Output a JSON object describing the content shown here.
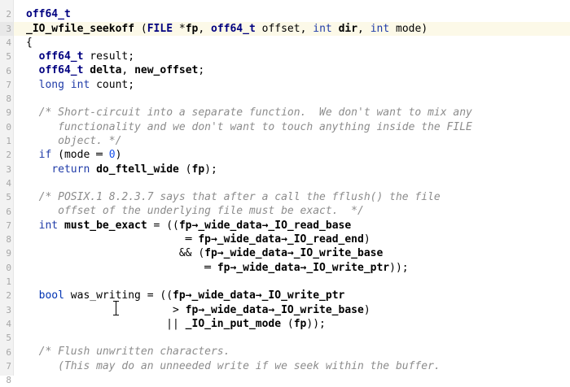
{
  "editor": {
    "gutter_numbers": [
      "2",
      "3",
      "4",
      "5",
      "6",
      "7",
      "8",
      "9",
      "0",
      "1",
      "2",
      "3",
      "4",
      "5",
      "6",
      "7",
      "8",
      "9",
      "0",
      "1",
      "2",
      "3",
      "4",
      "5",
      "6",
      "7",
      "8"
    ],
    "lines": [
      [
        {
          "c": "ty",
          "t": "off64_t"
        }
      ],
      [
        {
          "c": "fn",
          "t": "_IO_wfile_seekoff"
        },
        {
          "c": "op",
          "t": " ("
        },
        {
          "c": "ty",
          "t": "FILE"
        },
        {
          "c": "op",
          "t": " *"
        },
        {
          "c": "id",
          "t": "fp"
        },
        {
          "c": "op",
          "t": ", "
        },
        {
          "c": "ty",
          "t": "off64_t"
        },
        {
          "c": "op",
          "t": " offset, "
        },
        {
          "c": "kw",
          "t": "int"
        },
        {
          "c": "op",
          "t": " "
        },
        {
          "c": "id",
          "t": "dir"
        },
        {
          "c": "op",
          "t": ", "
        },
        {
          "c": "kw",
          "t": "int"
        },
        {
          "c": "op",
          "t": " mode)"
        }
      ],
      [
        {
          "c": "op",
          "t": "{"
        }
      ],
      [
        {
          "c": "op",
          "t": "  "
        },
        {
          "c": "ty",
          "t": "off64_t"
        },
        {
          "c": "op",
          "t": " result;"
        }
      ],
      [
        {
          "c": "op",
          "t": "  "
        },
        {
          "c": "ty",
          "t": "off64_t"
        },
        {
          "c": "op",
          "t": " "
        },
        {
          "c": "id",
          "t": "delta"
        },
        {
          "c": "op",
          "t": ", "
        },
        {
          "c": "id",
          "t": "new_offset"
        },
        {
          "c": "op",
          "t": ";"
        }
      ],
      [
        {
          "c": "op",
          "t": "  "
        },
        {
          "c": "kw",
          "t": "long int"
        },
        {
          "c": "op",
          "t": " count;"
        }
      ],
      [],
      [
        {
          "c": "op",
          "t": "  "
        },
        {
          "c": "cm",
          "t": "/* Short-circuit into a separate function.  We don't want to mix any"
        }
      ],
      [
        {
          "c": "cm",
          "t": "     functionality and we don't want to touch anything inside the FILE"
        }
      ],
      [
        {
          "c": "cm",
          "t": "     object. */"
        }
      ],
      [
        {
          "c": "op",
          "t": "  "
        },
        {
          "c": "kw",
          "t": "if"
        },
        {
          "c": "op",
          "t": " (mode == "
        },
        {
          "c": "num",
          "t": "0"
        },
        {
          "c": "op",
          "t": ")"
        }
      ],
      [
        {
          "c": "op",
          "t": "    "
        },
        {
          "c": "kw",
          "t": "return"
        },
        {
          "c": "op",
          "t": " "
        },
        {
          "c": "fn",
          "t": "do_ftell_wide"
        },
        {
          "c": "op",
          "t": " ("
        },
        {
          "c": "id",
          "t": "fp"
        },
        {
          "c": "op",
          "t": ");"
        }
      ],
      [],
      [
        {
          "c": "op",
          "t": "  "
        },
        {
          "c": "cm",
          "t": "/* POSIX.1 8.2.3.7 says that after a call the fflush() the file"
        }
      ],
      [
        {
          "c": "cm",
          "t": "     offset of the underlying file must be exact.  */"
        }
      ],
      [
        {
          "c": "op",
          "t": "  "
        },
        {
          "c": "kw",
          "t": "int"
        },
        {
          "c": "op",
          "t": " "
        },
        {
          "c": "id",
          "t": "must_be_exact"
        },
        {
          "c": "op",
          "t": " = (("
        },
        {
          "c": "id",
          "t": "fp->_wide_data->_IO_read_base"
        }
      ],
      [
        {
          "c": "op",
          "t": "                         == "
        },
        {
          "c": "id",
          "t": "fp->_wide_data->_IO_read_end"
        },
        {
          "c": "op",
          "t": ")"
        }
      ],
      [
        {
          "c": "op",
          "t": "                        && ("
        },
        {
          "c": "id",
          "t": "fp->_wide_data->_IO_write_base"
        }
      ],
      [
        {
          "c": "op",
          "t": "                            == "
        },
        {
          "c": "id",
          "t": "fp->_wide_data->_IO_write_ptr"
        },
        {
          "c": "op",
          "t": "));"
        }
      ],
      [],
      [
        {
          "c": "op",
          "t": "  "
        },
        {
          "c": "kb",
          "t": "bool"
        },
        {
          "c": "op",
          "t": " was_writing = (("
        },
        {
          "c": "id",
          "t": "fp->_wide_data->_IO_write_ptr"
        }
      ],
      [
        {
          "c": "op",
          "t": "                       > "
        },
        {
          "c": "id",
          "t": "fp->_wide_data->_IO_write_base"
        },
        {
          "c": "op",
          "t": ")"
        }
      ],
      [
        {
          "c": "op",
          "t": "                      || "
        },
        {
          "c": "fn",
          "t": "_IO_in_put_mode"
        },
        {
          "c": "op",
          "t": " ("
        },
        {
          "c": "id",
          "t": "fp"
        },
        {
          "c": "op",
          "t": "));"
        }
      ],
      [],
      [
        {
          "c": "op",
          "t": "  "
        },
        {
          "c": "cm",
          "t": "/* Flush unwritten characters."
        }
      ],
      [
        {
          "c": "cm",
          "t": "     (This may do an unneeded write if we seek within the buffer."
        }
      ]
    ]
  },
  "colors": {
    "keyword": "#1f3ba8",
    "type": "#000080",
    "comment": "#8c8c8c",
    "number": "#1750eb",
    "current_line": "#fcf9e8"
  }
}
